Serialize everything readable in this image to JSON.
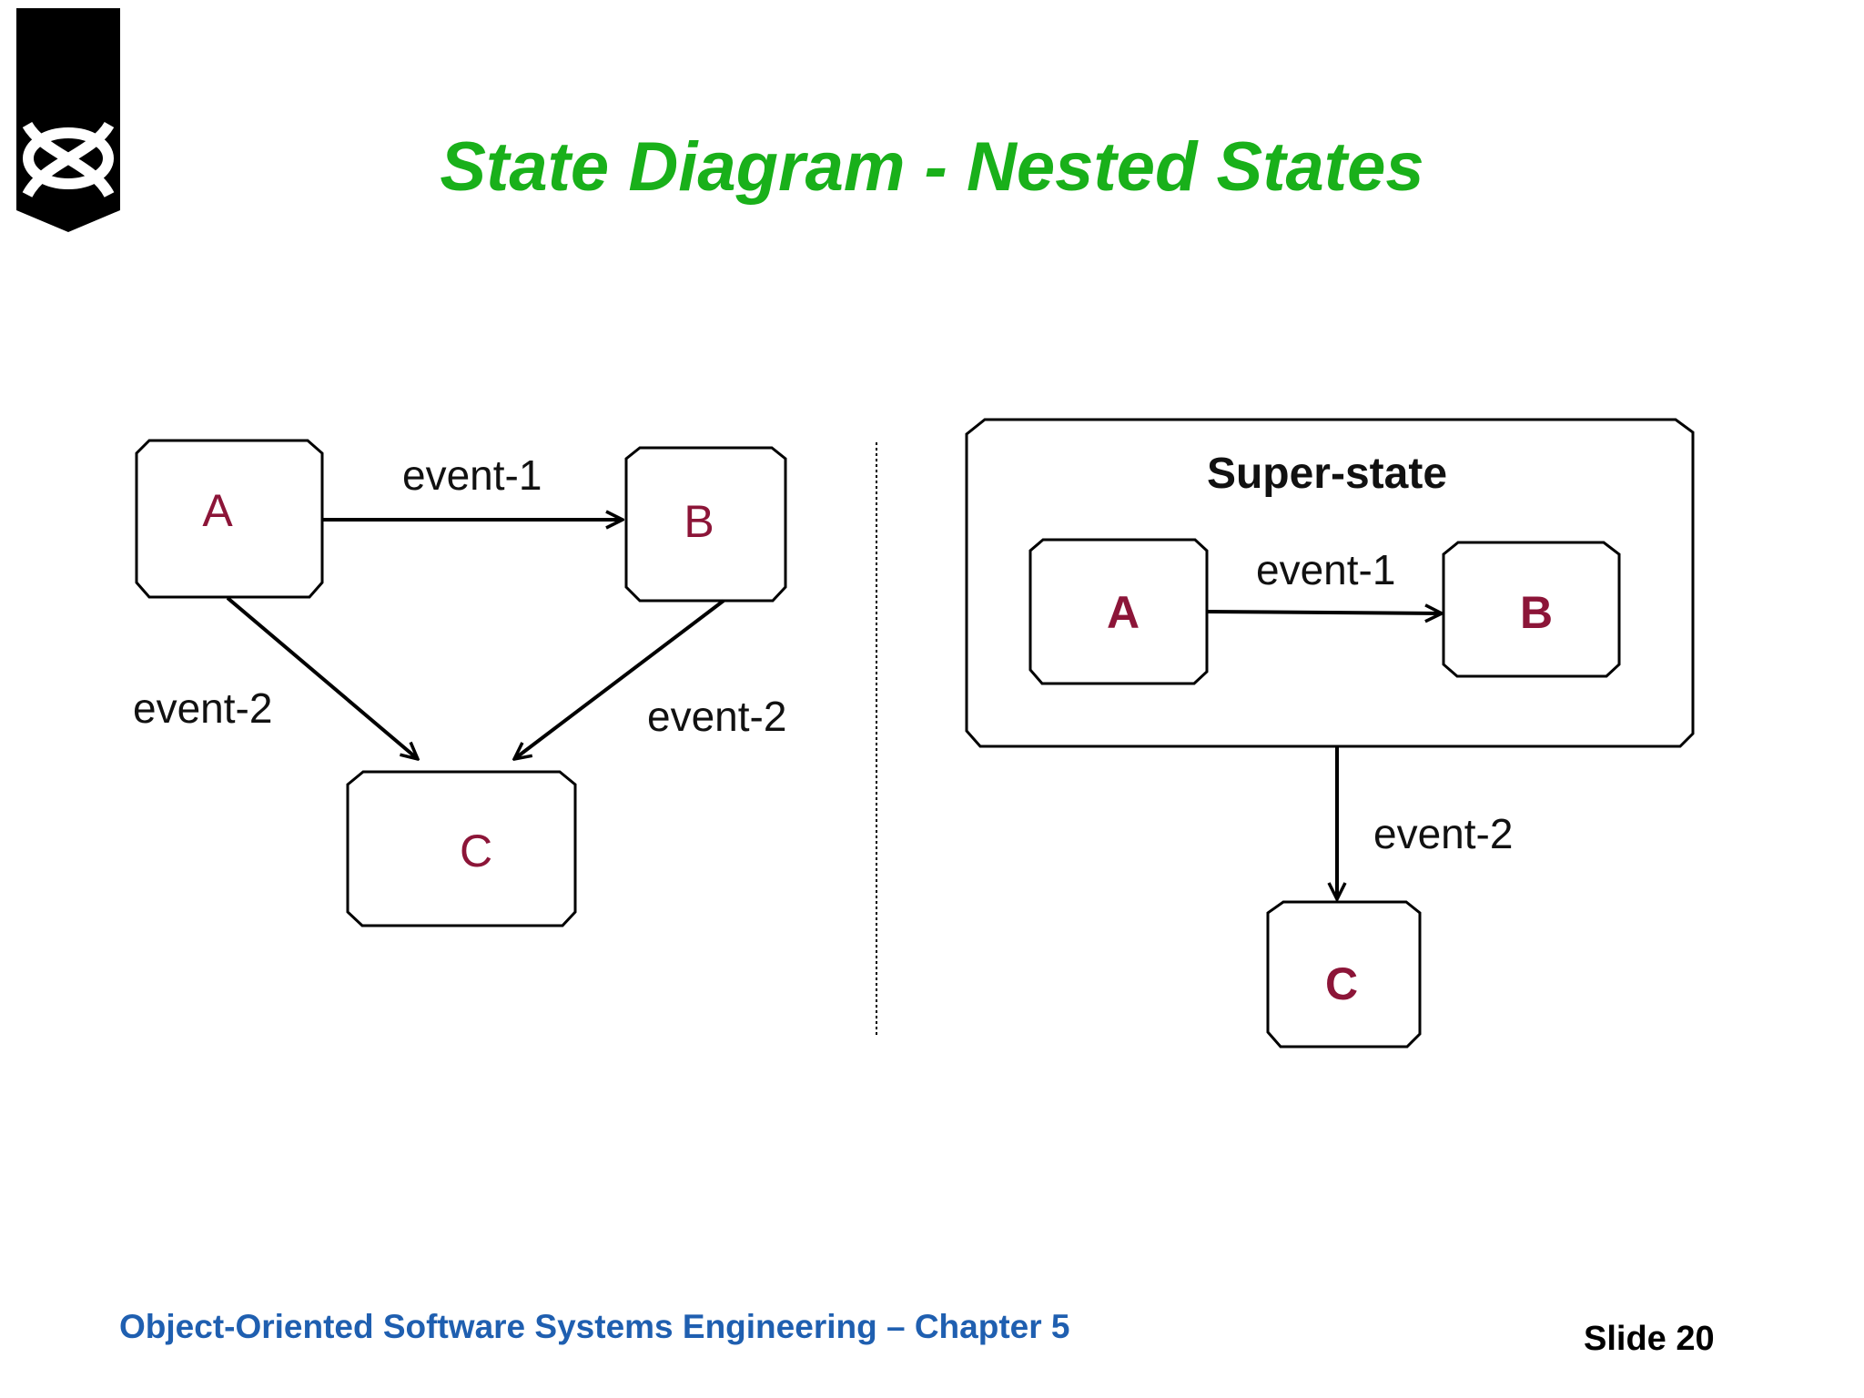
{
  "slide": {
    "title": "State Diagram - Nested States",
    "footer": "Object-Oriented Software Systems Engineering – Chapter 5",
    "slide_number": "Slide 20"
  },
  "left_diagram": {
    "states": {
      "a": "A",
      "b": "B",
      "c": "C"
    },
    "transitions": {
      "a_to_b": "event-1",
      "a_to_c": "event-2",
      "b_to_c": "event-2"
    }
  },
  "right_diagram": {
    "superstate": "Super-state",
    "states": {
      "a": "A",
      "b": "B",
      "c": "C"
    },
    "transitions": {
      "a_to_b": "event-1",
      "super_to_c": "event-2"
    }
  },
  "colors": {
    "title": "#19b01a",
    "footer": "#1f5fb0",
    "state_label": "#8c1538"
  }
}
